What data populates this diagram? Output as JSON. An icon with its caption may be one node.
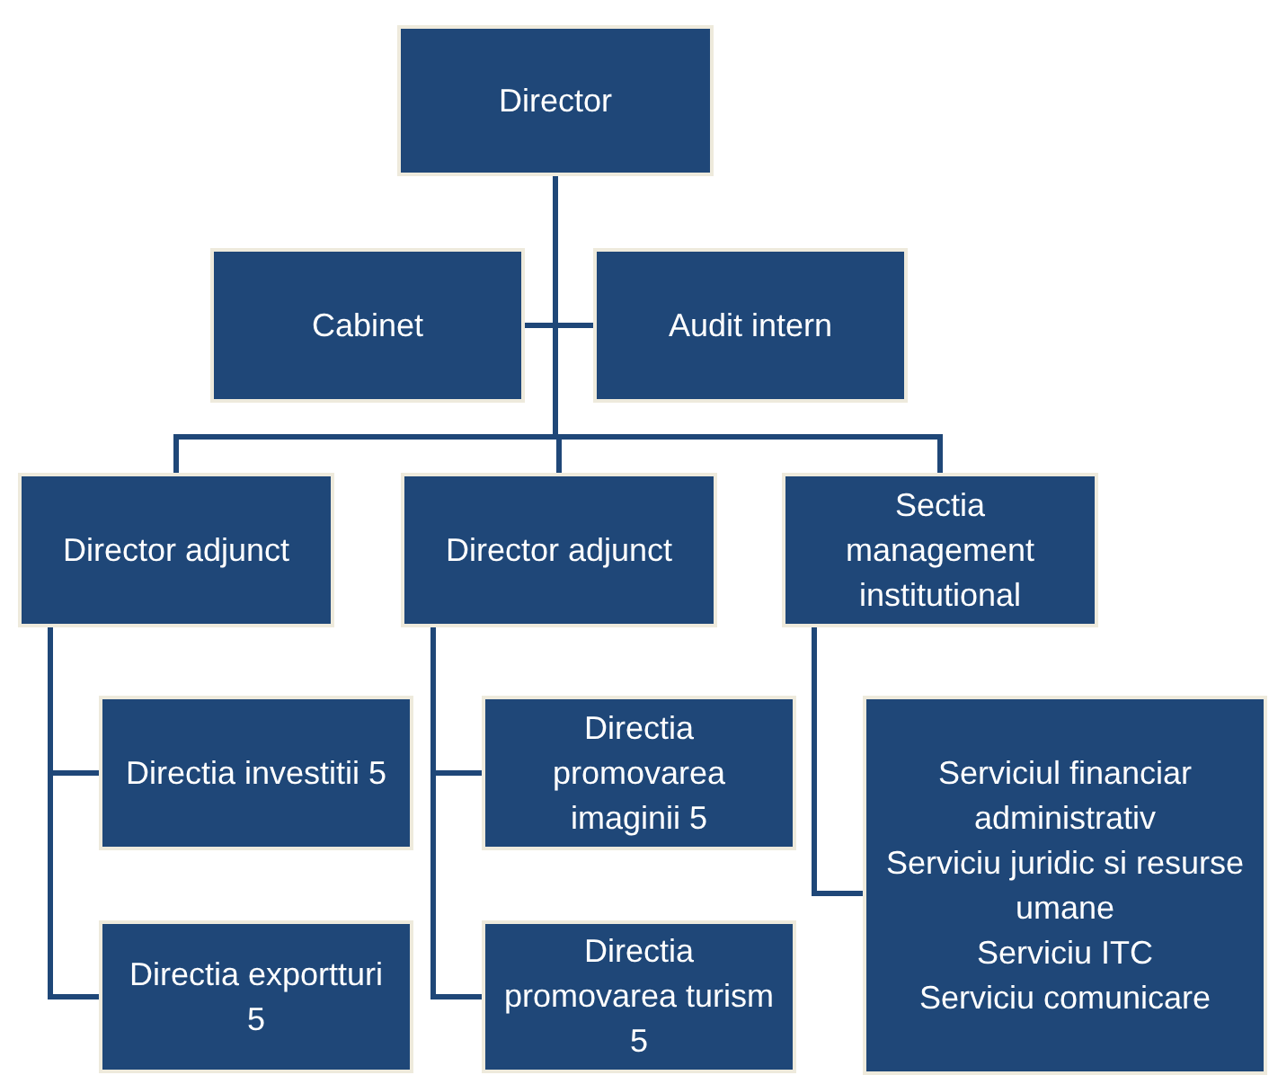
{
  "diagram": {
    "nodes": [
      {
        "text": [
          "Director"
        ]
      },
      {
        "text": [
          "Cabinet"
        ]
      },
      {
        "text": [
          "Audit intern"
        ]
      },
      {
        "text": [
          "Director adjunct"
        ]
      },
      {
        "text": [
          "Director adjunct"
        ]
      },
      {
        "text": [
          "Sectia management institutional"
        ]
      },
      {
        "text": [
          "Directia investitii 5"
        ]
      },
      {
        "text": [
          "Directia exportturi 5"
        ]
      },
      {
        "text": [
          "Directia promovarea imaginii 5"
        ]
      },
      {
        "text": [
          "Directia promovarea turism 5"
        ]
      },
      {
        "text": [
          "Serviciul financiar administrativ",
          "Serviciu juridic si resurse umane",
          "Serviciu ITC",
          "Serviciu comunicare"
        ]
      }
    ],
    "edges": [
      {
        "from": 0,
        "to": 1,
        "arrow": "none"
      },
      {
        "from": 0,
        "to": 2,
        "arrow": "none"
      },
      {
        "from": 0,
        "to": 3,
        "arrow": "none"
      },
      {
        "from": 0,
        "to": 4,
        "arrow": "none"
      },
      {
        "from": 0,
        "to": 5,
        "arrow": "none"
      },
      {
        "from": 3,
        "to": 6,
        "arrow": "none"
      },
      {
        "from": 3,
        "to": 7,
        "arrow": "none"
      },
      {
        "from": 4,
        "to": 8,
        "arrow": "none"
      },
      {
        "from": 4,
        "to": 9,
        "arrow": "none"
      },
      {
        "from": 5,
        "to": 10,
        "arrow": "none"
      }
    ]
  }
}
